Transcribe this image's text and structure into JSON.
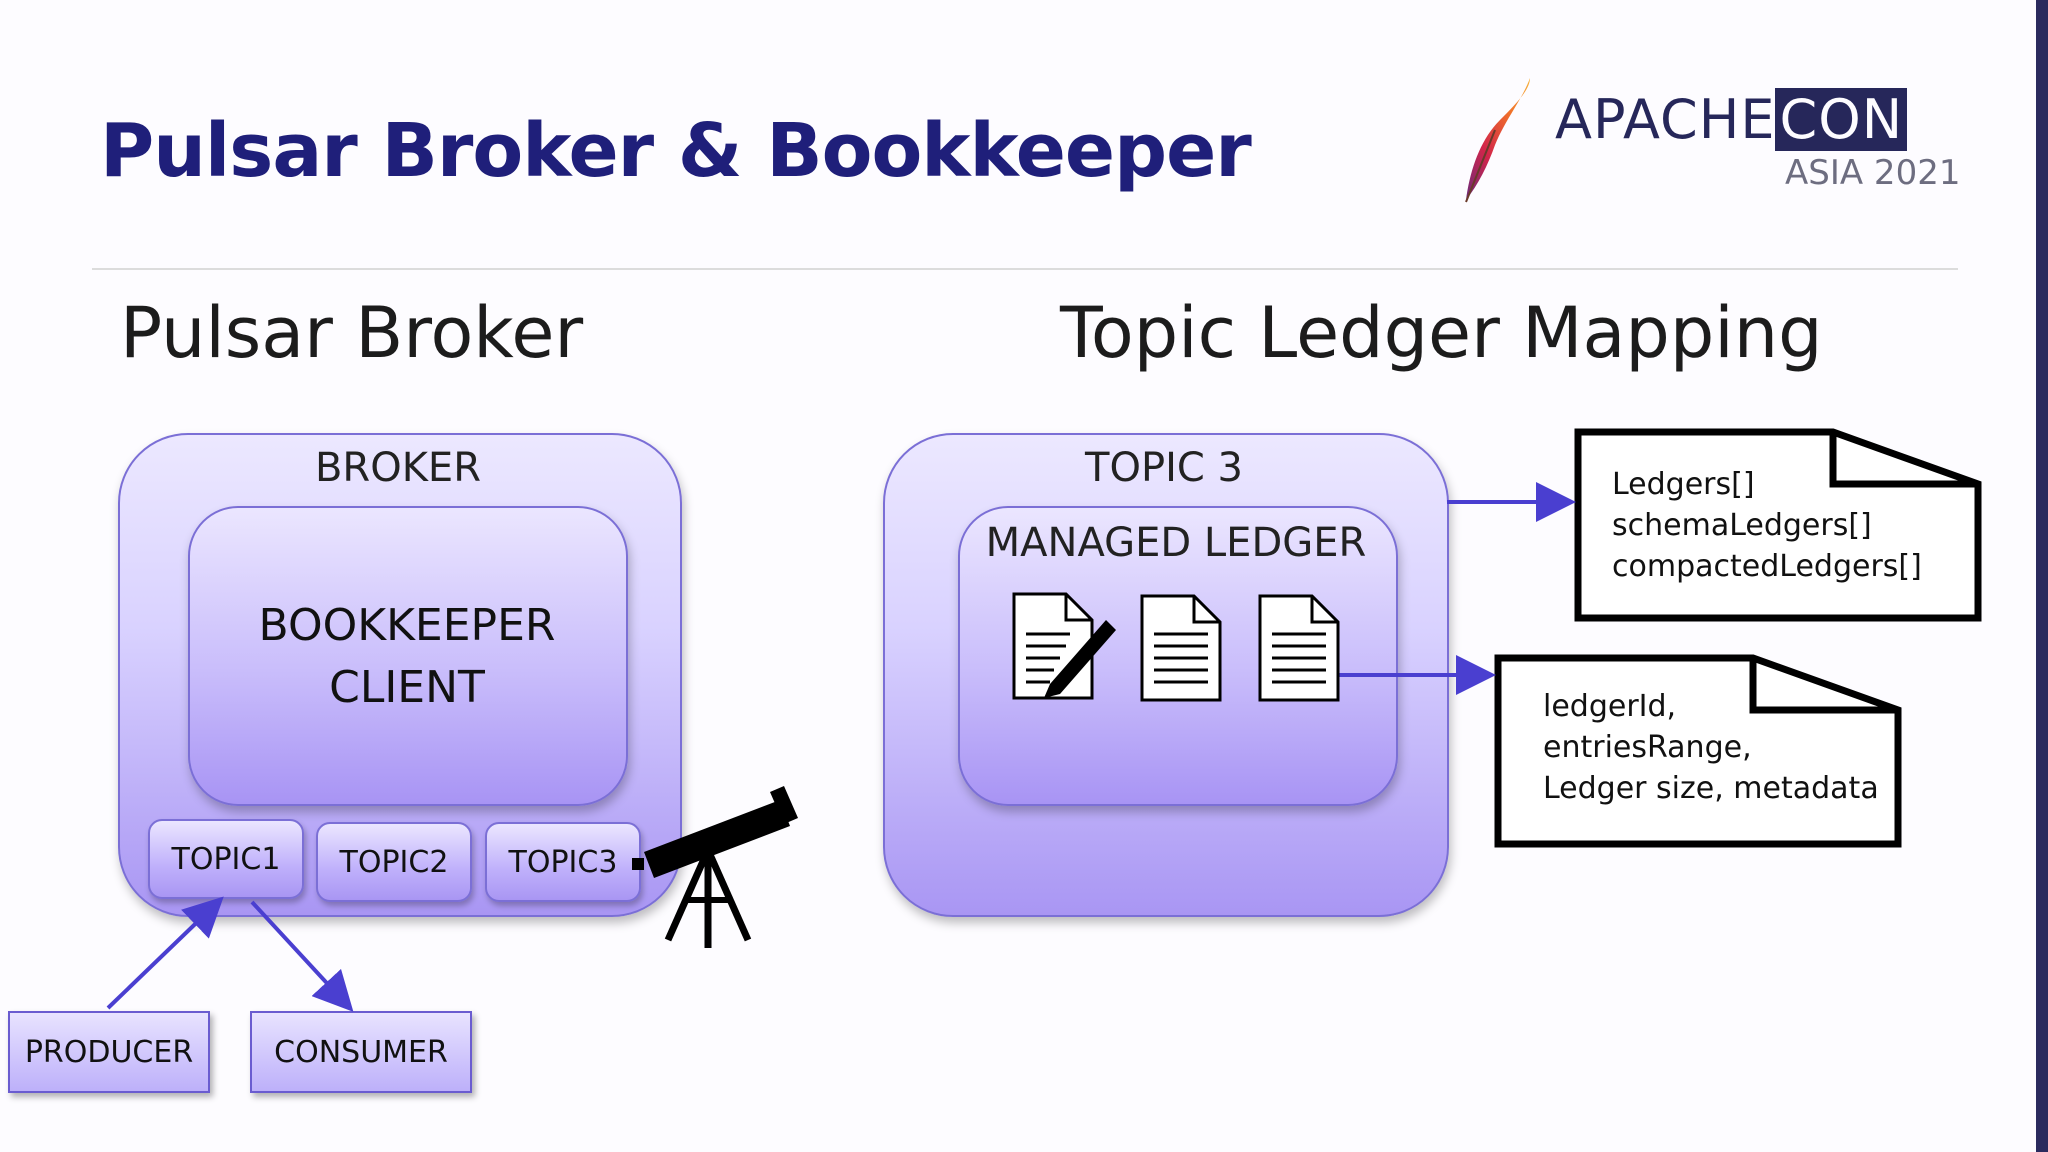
{
  "slide": {
    "title": "Pulsar Broker & Bookkeeper",
    "logo": {
      "brand_prefix": "APACHE",
      "brand_suffix": "CON",
      "subtitle": "ASIA 2021",
      "icon": "feather-icon"
    }
  },
  "left_panel": {
    "heading": "Pulsar Broker",
    "broker_label": "BROKER",
    "client_label_line1": "BOOKKEEPER",
    "client_label_line2": "CLIENT",
    "topics": [
      "TOPIC1",
      "TOPIC2",
      "TOPIC3"
    ],
    "producer_label": "PRODUCER",
    "consumer_label": "CONSUMER",
    "telescope_icon": "telescope-icon"
  },
  "right_panel": {
    "heading": "Topic Ledger Mapping",
    "topic_label": "TOPIC 3",
    "managed_ledger_label": "MANAGED LEDGER",
    "ledger_icons": [
      "document-edit-icon",
      "document-icon",
      "document-icon"
    ],
    "note_top": {
      "lines": [
        "Ledgers[]",
        "schemaLedgers[]",
        "compactedLedgers[]"
      ]
    },
    "note_bottom": {
      "lines": [
        "ledgerId,",
        "entriesRange,",
        "Ledger size, metadata"
      ]
    }
  },
  "colors": {
    "title": "#1f1f7a",
    "box_border": "#7b6fd6",
    "arrow": "#4a3fd0",
    "dark_edge": "#2b2a5e"
  }
}
